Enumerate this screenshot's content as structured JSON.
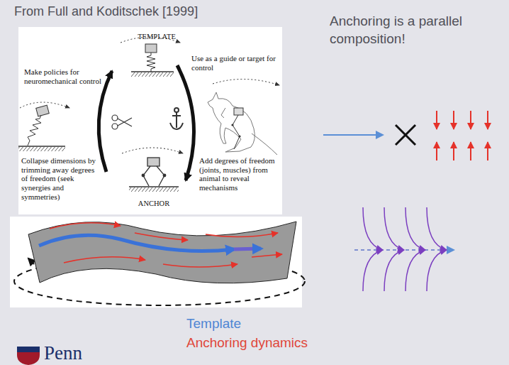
{
  "diagram": {
    "labels": [
      "From Full and Koditschek [1999]",
      "TEMPLATE",
      "Make policies for neuromechanical control",
      "Use as a guide or target for control",
      "Collapse dimensions by trimming away degrees of freedom (seek synergies and symmetries)",
      "Add degrees of freedom (joints, muscles) from animal to reveal mechanisms",
      "ANCHOR",
      "Anchoring is a parallel composition!",
      "Template",
      "Anchoring dynamics",
      "Penn"
    ]
  }
}
